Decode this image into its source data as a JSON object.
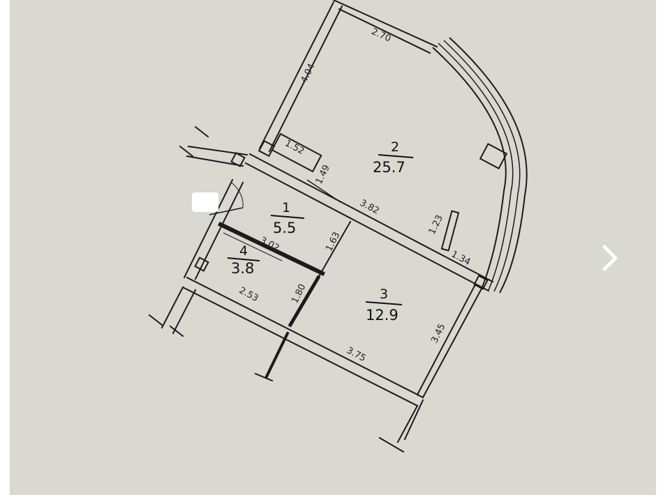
{
  "plan": {
    "rooms": [
      {
        "number": "1",
        "area": "5.5"
      },
      {
        "number": "2",
        "area": "25.7"
      },
      {
        "number": "3",
        "area": "12.9"
      },
      {
        "number": "4",
        "area": "3.8"
      }
    ],
    "dimensions": [
      "2.70",
      "4.04",
      "1.52",
      "1.49",
      "3.82",
      "1.23",
      "1.34",
      "1.63",
      "3.02",
      "2.53",
      "1.80",
      "3.75",
      "3.45"
    ]
  },
  "colors": {
    "paper": "#d9d8d1",
    "ink": "#1b1b1b",
    "wall_fill": "#efeee8"
  },
  "icons": {
    "next": "chevron-right-icon"
  }
}
